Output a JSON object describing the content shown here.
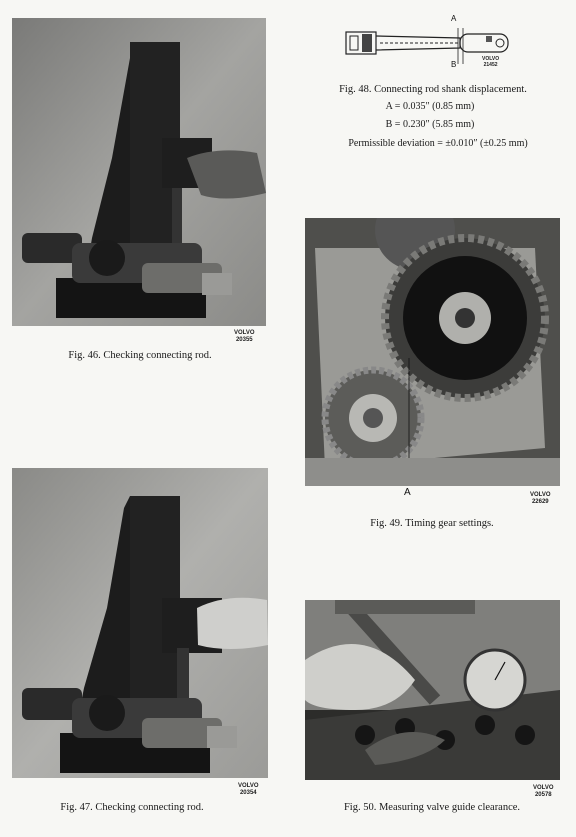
{
  "figures": [
    {
      "caption": "Fig. 46. Checking connecting rod.",
      "brand": "VOLVO",
      "code": "20355"
    },
    {
      "caption": "Fig. 47. Checking connecting rod.",
      "brand": "VOLVO",
      "code": "20354"
    },
    {
      "caption": "Fig. 48. Connecting rod shank displacement.",
      "brand": "VOLVO",
      "code": "21452",
      "label_a": "A",
      "label_b": "B"
    },
    {
      "caption": "Fig. 49. Timing gear settings.",
      "brand": "VOLVO",
      "code": "22629",
      "label_a": "A"
    },
    {
      "caption": "Fig. 50. Measuring valve guide clearance.",
      "brand": "VOLVO",
      "code": "20578"
    }
  ],
  "specs": {
    "a": "A = 0.035″  (0.85  mm)",
    "b": "B = 0.230″  (5.85  mm)",
    "deviation": "Permissible deviation = ±0.010″  (±0.25 mm)"
  }
}
